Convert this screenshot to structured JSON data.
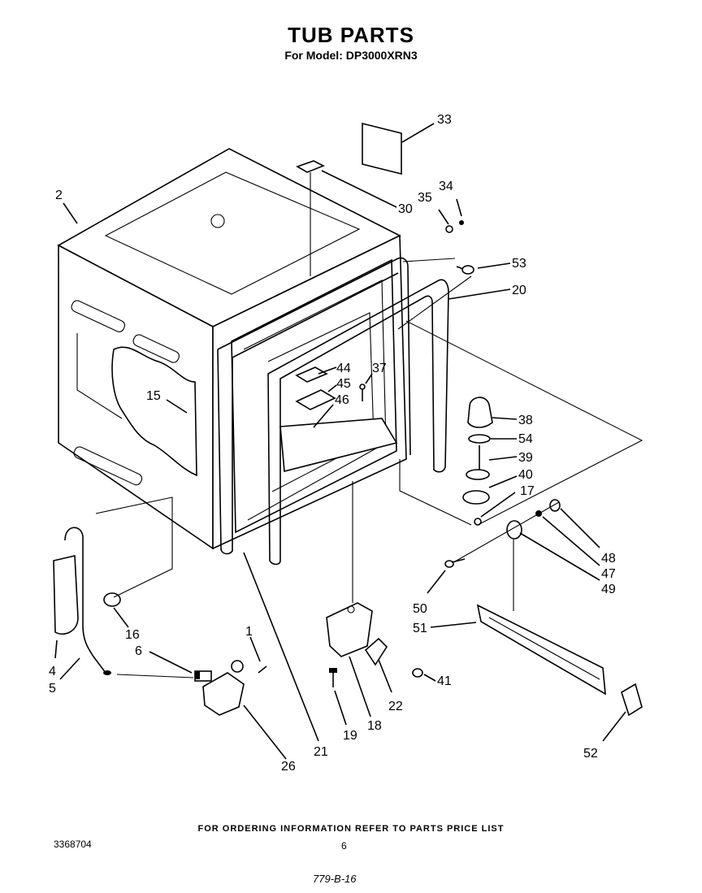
{
  "header": {
    "title": "TUB PARTS",
    "subtitle": "For Model: DP3000XRN3"
  },
  "callouts": [
    {
      "id": "c33",
      "label": "33"
    },
    {
      "id": "c2",
      "label": "2"
    },
    {
      "id": "c30",
      "label": "30"
    },
    {
      "id": "c35",
      "label": "35"
    },
    {
      "id": "c34",
      "label": "34"
    },
    {
      "id": "c53",
      "label": "53"
    },
    {
      "id": "c20",
      "label": "20"
    },
    {
      "id": "c44",
      "label": "44"
    },
    {
      "id": "c37",
      "label": "37"
    },
    {
      "id": "c45",
      "label": "45"
    },
    {
      "id": "c46",
      "label": "46"
    },
    {
      "id": "c15",
      "label": "15"
    },
    {
      "id": "c38",
      "label": "38"
    },
    {
      "id": "c54",
      "label": "54"
    },
    {
      "id": "c39",
      "label": "39"
    },
    {
      "id": "c40",
      "label": "40"
    },
    {
      "id": "c17",
      "label": "17"
    },
    {
      "id": "c48",
      "label": "48"
    },
    {
      "id": "c47",
      "label": "47"
    },
    {
      "id": "c49",
      "label": "49"
    },
    {
      "id": "c16",
      "label": "16"
    },
    {
      "id": "c50",
      "label": "50"
    },
    {
      "id": "c51",
      "label": "51"
    },
    {
      "id": "c1",
      "label": "1"
    },
    {
      "id": "c6",
      "label": "6"
    },
    {
      "id": "c4",
      "label": "4"
    },
    {
      "id": "c5",
      "label": "5"
    },
    {
      "id": "c41",
      "label": "41"
    },
    {
      "id": "c22",
      "label": "22"
    },
    {
      "id": "c19",
      "label": "19"
    },
    {
      "id": "c18",
      "label": "18"
    },
    {
      "id": "c21",
      "label": "21"
    },
    {
      "id": "c26",
      "label": "26"
    },
    {
      "id": "c52",
      "label": "52"
    }
  ],
  "footer": {
    "note": "FOR ORDERING INFORMATION REFER TO PARTS PRICE LIST",
    "doc_number": "3368704",
    "page_number": "6",
    "handwritten": "779-B-16"
  }
}
